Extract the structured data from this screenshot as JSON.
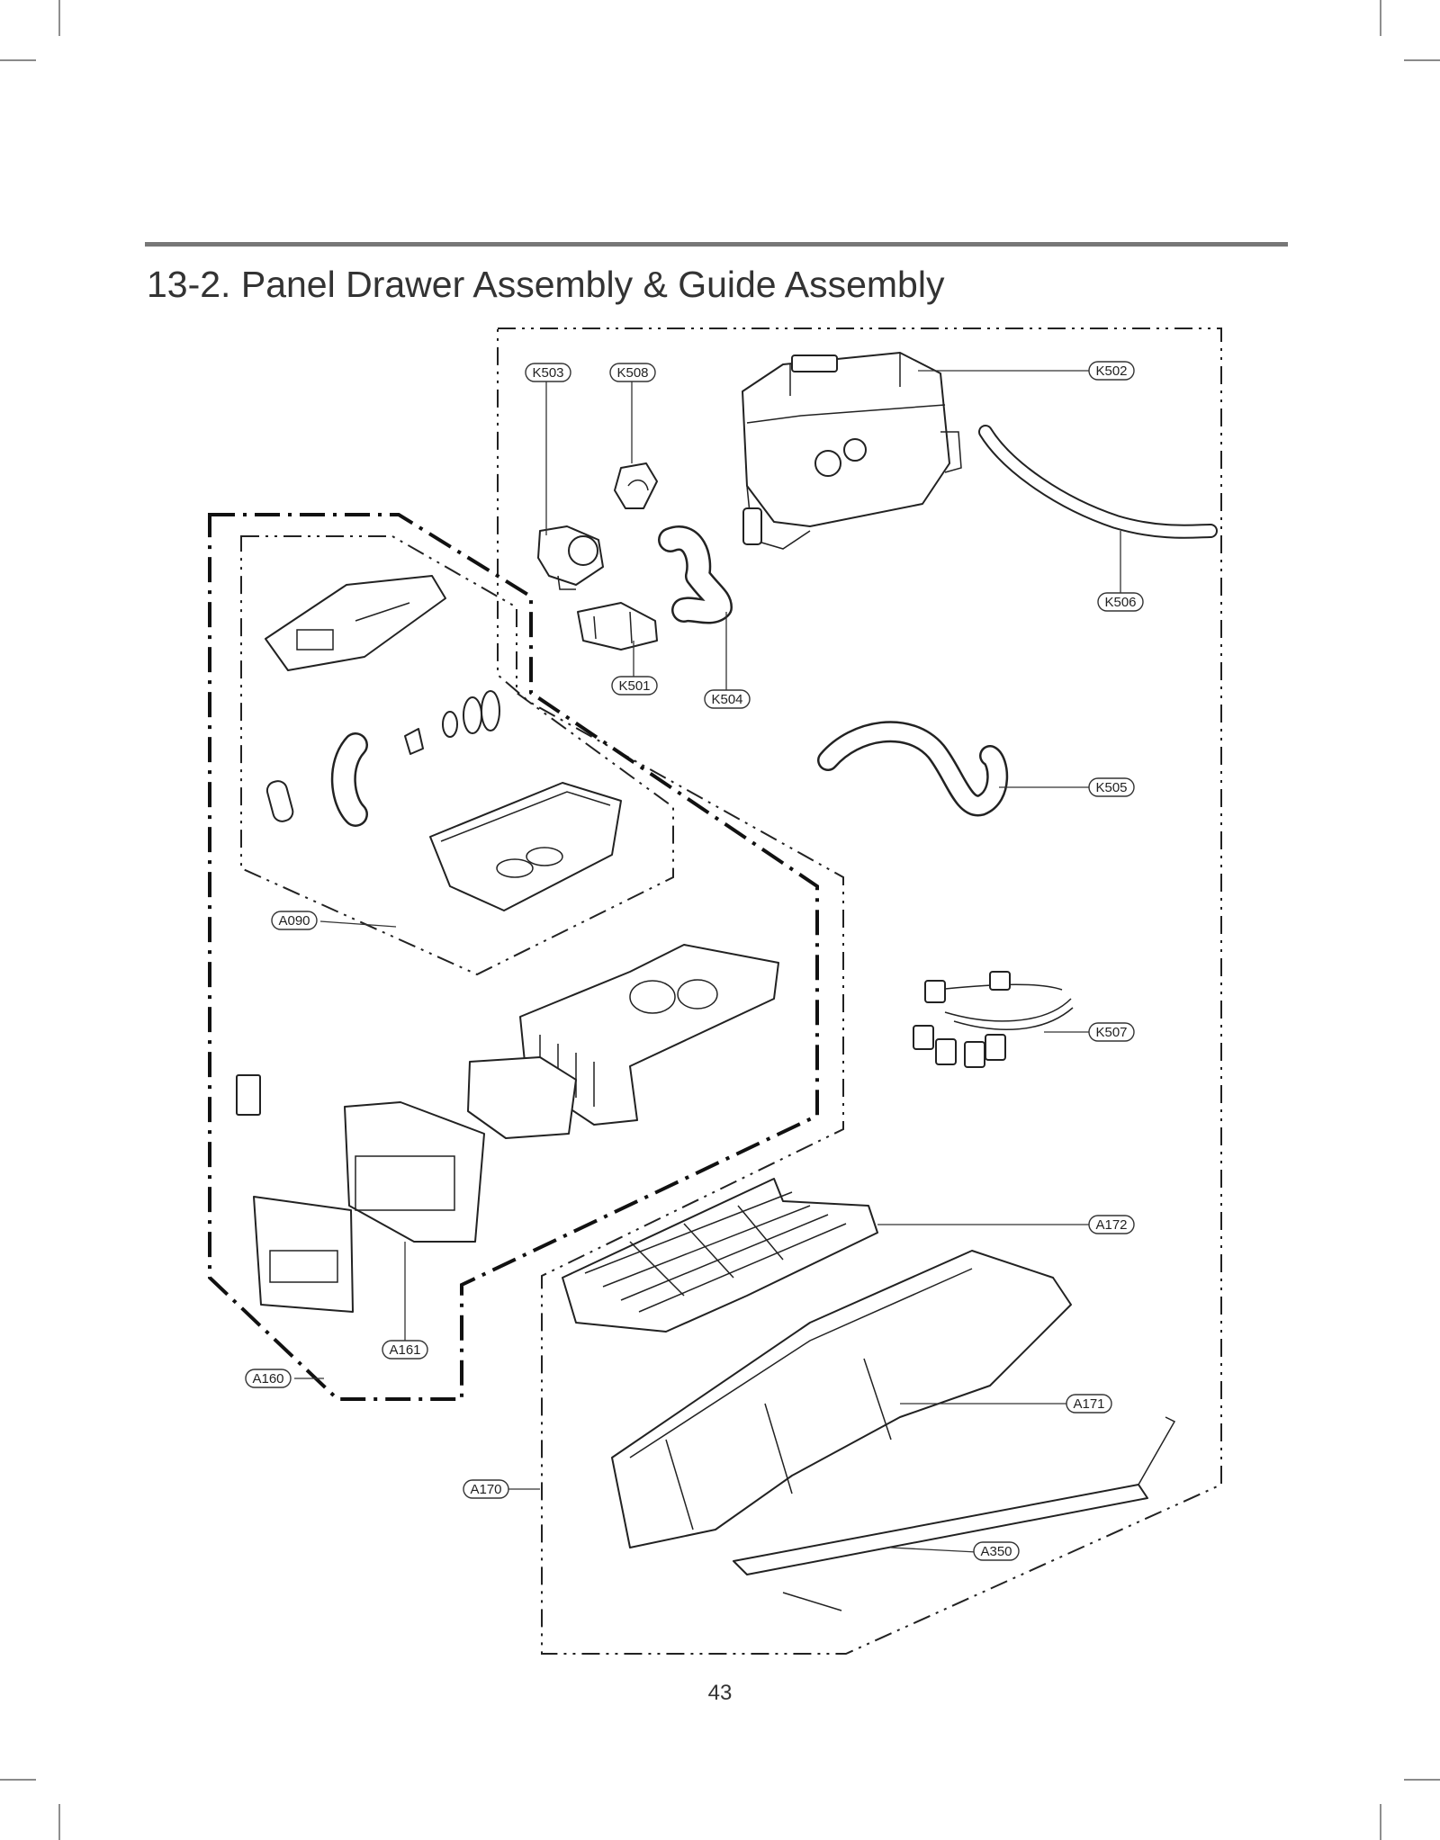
{
  "page": {
    "title": "13-2. Panel Drawer Assembly & Guide Assembly",
    "page_number": "43"
  },
  "callouts": {
    "K503": "K503",
    "K508": "K508",
    "K502": "K502",
    "K506": "K506",
    "K501": "K501",
    "K504": "K504",
    "K505": "K505",
    "A090": "A090",
    "K507": "K507",
    "A172": "A172",
    "A161": "A161",
    "A160": "A160",
    "A171": "A171",
    "A170": "A170",
    "A350": "A350"
  },
  "colors": {
    "line": "#222222",
    "rule": "#777777",
    "paper": "#ffffff"
  }
}
